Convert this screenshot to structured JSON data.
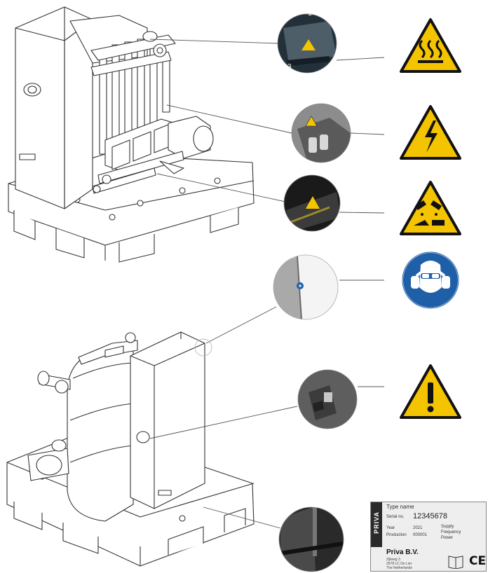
{
  "callouts": {
    "callout_1_number": "3"
  },
  "signs": {
    "hot_surface": "hot-surface-warning",
    "electrical": "electrical-hazard-warning",
    "corrosive": "corrosive-substance-warning",
    "eye_ear": "wear-eye-and-ear-protection",
    "general": "general-warning"
  },
  "type_plate": {
    "brand": "PRIVA",
    "type_name_label": "Type name",
    "serial_label": "Serial no.",
    "serial_value": "12345678",
    "year_label": "Year",
    "year_value": "2021",
    "production_label": "Production",
    "production_value": "000001",
    "supply_label": "Supply",
    "frequency_label": "Frequency",
    "power_label": "Power",
    "company": "Priva B.V.",
    "address_1": "Zijlweg 3",
    "address_2": "2678 LC De Lier",
    "address_3": "The Netherlands",
    "ce": "CE"
  },
  "colors": {
    "warning_yellow": "#f5c400",
    "mandatory_blue": "#1f5fa8",
    "line": "#333333"
  }
}
